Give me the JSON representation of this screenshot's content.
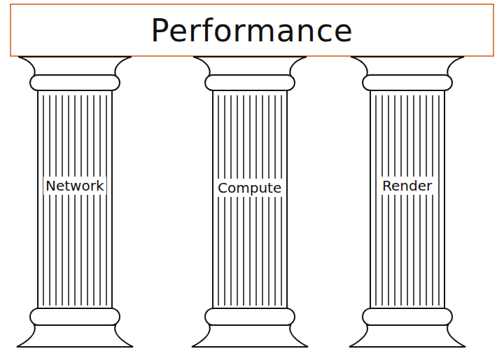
{
  "diagram": {
    "nodes": [
      {
        "text": [
          "Performance"
        ]
      },
      {
        "text": [
          "Network"
        ]
      },
      {
        "text": [
          "Compute"
        ]
      },
      {
        "text": [
          "Render"
        ]
      }
    ]
  }
}
